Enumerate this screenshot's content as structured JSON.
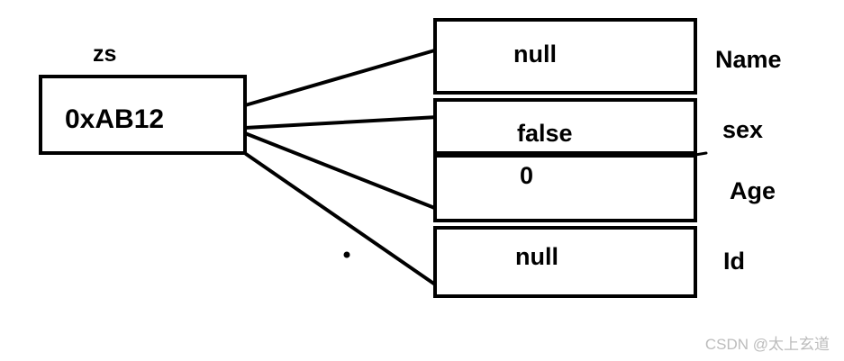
{
  "diagram": {
    "background_color": "#ffffff",
    "line_color": "#000000",
    "variable": {
      "name": "zs",
      "value": "0xAB12"
    },
    "object_fields": [
      {
        "value": "null",
        "label": "Name"
      },
      {
        "value": "false",
        "label": "sex"
      },
      {
        "value": "0",
        "label": "Age"
      },
      {
        "value": "null",
        "label": "Id"
      }
    ]
  },
  "watermark": {
    "text": "CSDN @太上玄道",
    "color": "#bcbcbc"
  }
}
